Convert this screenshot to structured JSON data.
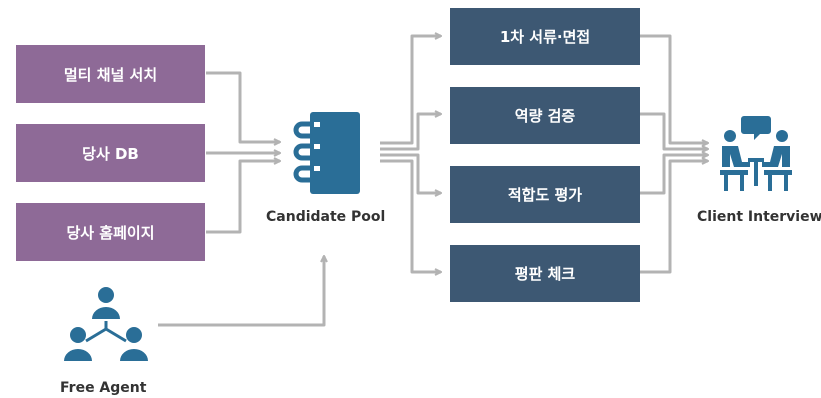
{
  "sources": [
    {
      "label": "멀티 채널 서치"
    },
    {
      "label": "당사 DB"
    },
    {
      "label": "당사 홈페이지"
    }
  ],
  "pool": {
    "label": "Candidate Pool",
    "icon": "notebook-icon"
  },
  "free_agent": {
    "label": "Free Agent",
    "icon": "team-hierarchy-icon"
  },
  "stages": [
    {
      "label": "1차 서류·면접"
    },
    {
      "label": "역량 검증"
    },
    {
      "label": "적합도 평가"
    },
    {
      "label": "평판 체크"
    }
  ],
  "client": {
    "label": "Client Interview",
    "icon": "interview-meeting-icon"
  },
  "colors": {
    "source": "#8e6a97",
    "stage": "#3d5873",
    "icon": "#2a6e97",
    "arrow": "#b3b3b3"
  }
}
